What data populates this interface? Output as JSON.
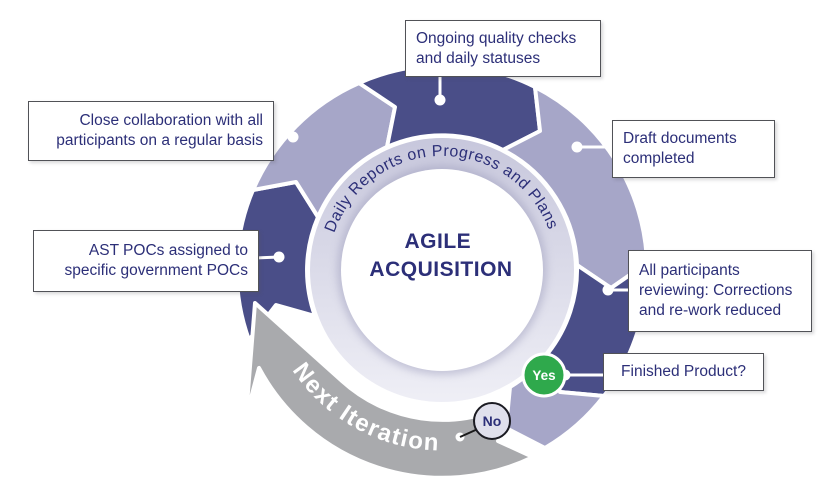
{
  "title": {
    "line1": "AGILE",
    "line2": "ACQUISITION"
  },
  "ring_label": "Daily Reports on Progress and Plans",
  "iteration_label": "Next Iteration",
  "decision": {
    "yes": "Yes",
    "no": "No"
  },
  "callouts": {
    "ongoing": {
      "lines": [
        "Ongoing quality checks",
        "and daily statuses"
      ]
    },
    "collaboration": {
      "lines": [
        "Close collaboration with all",
        "participants on a regular basis"
      ]
    },
    "draft": {
      "lines": [
        "Draft documents",
        "completed"
      ]
    },
    "ast": {
      "lines": [
        "AST POCs assigned to",
        "specific government POCs"
      ]
    },
    "review": {
      "lines": [
        "All participants",
        "reviewing: Corrections",
        "and re-work reduced"
      ]
    },
    "finished": {
      "lines": [
        "Finished Product?"
      ]
    }
  },
  "colors": {
    "segment_dark": "#4a4e88",
    "segment_light": "#a6a6c8",
    "ring_top": "#c7c7dc",
    "ring_bottom": "#efeff6",
    "arrow_gray": "#a9aaad",
    "yes_green": "#2fa94c",
    "text_navy": "#2c2f78",
    "no_fill": "#e0e0ec",
    "no_border": "#1b1b22",
    "box_border": "#515257",
    "white": "#ffffff"
  }
}
